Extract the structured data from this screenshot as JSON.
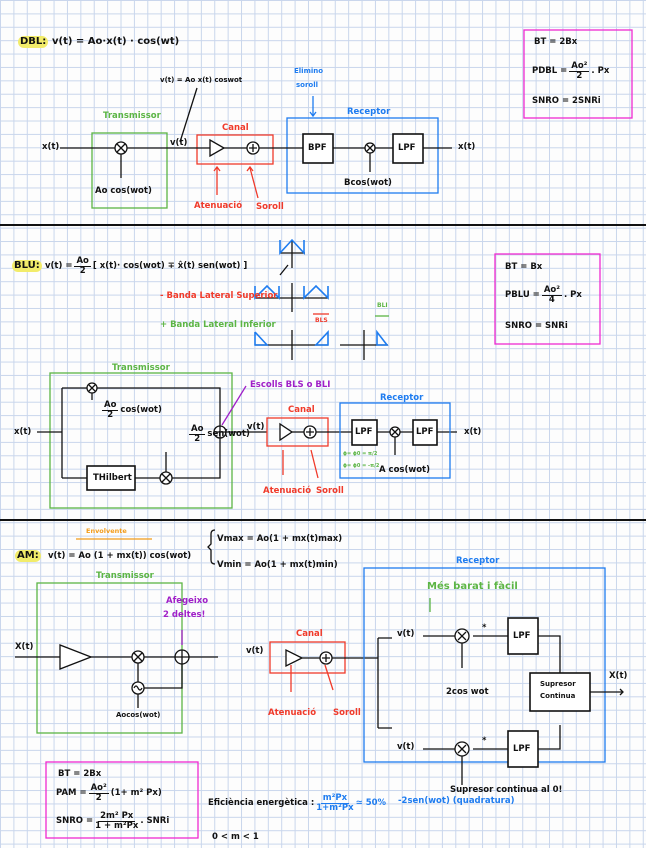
{
  "dbl": {
    "tag": "DBL:",
    "equation": "v(t) = Ao·x(t) · cos(wt)",
    "vt_note": "v(t) = Ao x(t) coswot",
    "elimino": "Elimino",
    "soroll_top": "soroll",
    "transmissor": "Transmissor",
    "canal": "Canal",
    "receptor": "Receptor",
    "input": "x(t)",
    "vt": "v(t)",
    "carrier": "Ao cos(wot)",
    "atenuacio": "Atenuació",
    "soroll": "Soroll",
    "bpf": "BPF",
    "lpf": "LPF",
    "local_osc": "Bcos(wot)",
    "output": "x(t)",
    "box": {
      "bt": "BT = 2Bx",
      "p_label": "PDBL =",
      "p_num": "Ao²",
      "p_den": "2",
      "p_tail": ". Px",
      "snr": "SNRO = 2SNRi"
    }
  },
  "blu": {
    "tag": "BLU:",
    "eq_lhs": "v(t) =",
    "eq_num": "Ao",
    "eq_den": "2",
    "eq_body": "[ x(t)· cos(wot) ∓ x̂(t) sen(wot) ]",
    "minus_note": "- Banda Lateral Superior",
    "plus_note": "+ Banda Lateral Inferior",
    "bls": "BLS",
    "bli": "BLI",
    "transmissor": "Transmissor",
    "input": "x(t)",
    "cos_num": "Ao",
    "cos_den": "2",
    "cos_term": "cos(wot)",
    "sen_num": "Ao",
    "sen_den": "2",
    "sen_term": "sen(wot)",
    "hilbert": "THilbert",
    "choose": "Escolls BLS o BLI",
    "vt": "v(t)",
    "canal": "Canal",
    "atenuacio": "Atenuació",
    "soroll": "Soroll",
    "receptor": "Receptor",
    "lpf1": "LPF",
    "lpf2": "LPF",
    "phase_note_1": "ϕ= ϕ0 = π/2",
    "phase_note_2": "ϕ= ϕ0 = -π/2",
    "local_osc": "A cos(wot)",
    "output": "x(t)",
    "box": {
      "bt": "BT = Bx",
      "p_label": "PBLU =",
      "p_num": "Ao²",
      "p_den": "4",
      "p_tail": ". Px",
      "snr": "SNRO = SNRi"
    }
  },
  "am": {
    "envelope": "Envolvente",
    "tag": "AM:",
    "equation": "v(t) = Ao (1 + mx(t)) cos(wot)",
    "vmax": "Vmax = Ao(1 + mx(t)max)",
    "vmin": "Vmin = Ao(1 + mx(t)min)",
    "transmissor": "Transmissor",
    "input": "X(t)",
    "carrier": "Aocos(wot)",
    "deltes_1": "Afegeixo",
    "deltes_2": "2 deltes!",
    "vt": "v(t)",
    "canal": "Canal",
    "atenuacio": "Atenuació",
    "soroll": "Soroll",
    "receptor": "Receptor",
    "cheaper": "Més barat i fàcil",
    "vt_upper": "v(t)",
    "vt_lower": "v(t)",
    "star": "*",
    "lpf_upper": "LPF",
    "lpf_lower": "LPF",
    "cos_osc": "2cos wot",
    "supresor_1": "Supresor",
    "supresor_2": "Continua",
    "output": "X(t)",
    "quad": "-2sen(wot) (quadratura)",
    "m_range": "0 < m < 1",
    "efficiency_label": "Eficiència energètica :",
    "eff_num": "m²Px",
    "eff_den": "1+m²Px",
    "eff_value": "≃ 50%",
    "supresor_note": "Supresor continua al 0!",
    "box": {
      "bt": "BT = 2Bx",
      "p_label": "PAM =",
      "p_num": "Ao²",
      "p_den": "2",
      "p_tail": "(1+ m² Px)",
      "snr_label": "SNRO =",
      "snr_num": "2m² Px",
      "snr_den": "1 + m²Px",
      "snr_tail": ". SNRi"
    }
  },
  "colors": {
    "transmitter": "#5cb545",
    "channel": "#f03a2a",
    "receiver": "#1e7cf0",
    "summary": "#f02ad0",
    "note": "#a020c8",
    "highlight": "#f2ec6a"
  }
}
